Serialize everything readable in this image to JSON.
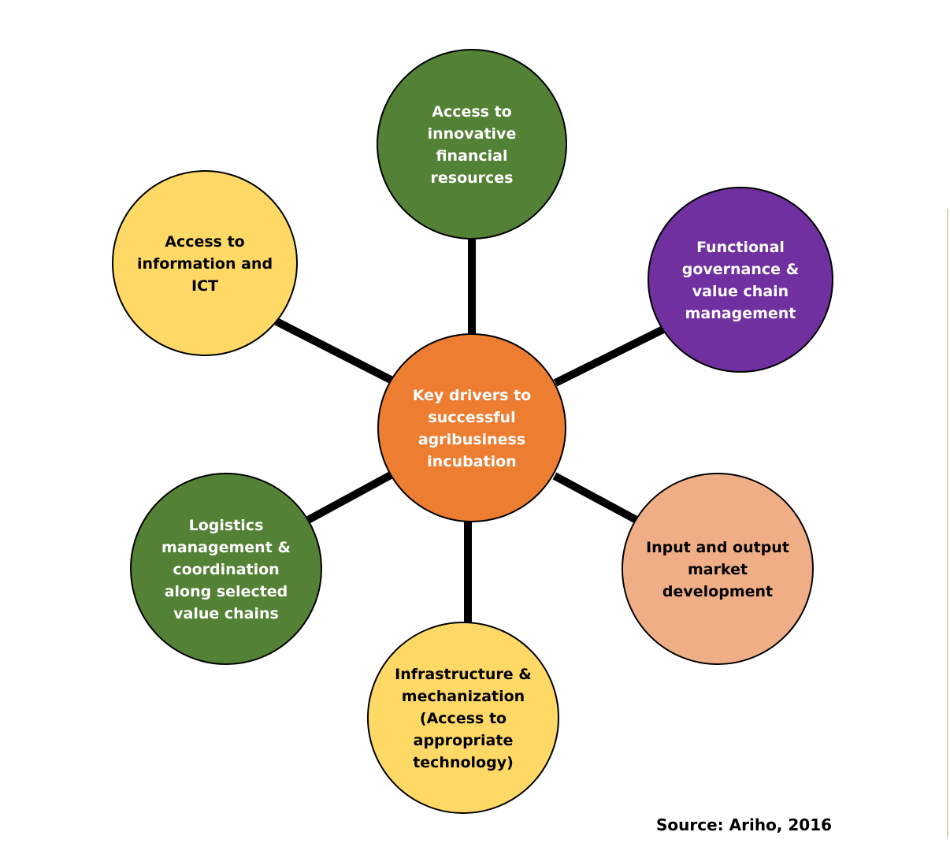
{
  "center": {
    "lines": [
      "Key drivers to",
      "successful",
      "agribusiness",
      "incubation"
    ],
    "fill": "#ED7D31",
    "text_color": "#ffffff"
  },
  "nodes": [
    {
      "id": "top",
      "lines": [
        "Access to",
        "innovative",
        "financial",
        "resources"
      ],
      "fill": "#538135",
      "text_color": "#ffffff"
    },
    {
      "id": "upper-right",
      "lines": [
        "Functional",
        "governance &",
        "value chain",
        "management"
      ],
      "fill": "#7030A0",
      "text_color": "#ffffff"
    },
    {
      "id": "lower-right",
      "lines": [
        "Input and output",
        "market",
        "development"
      ],
      "fill": "#F0AE86",
      "text_color": "#000000"
    },
    {
      "id": "bottom",
      "lines": [
        "Infrastructure &",
        "mechanization",
        "(Access to",
        "appropriate",
        "technology)"
      ],
      "fill": "#FFD966",
      "text_color": "#000000"
    },
    {
      "id": "lower-left",
      "lines": [
        "Logistics",
        "management &",
        "coordination",
        "along selected",
        "value chains"
      ],
      "fill": "#538135",
      "text_color": "#ffffff"
    },
    {
      "id": "upper-left",
      "lines": [
        "Access to",
        "information and",
        "ICT"
      ],
      "fill": "#FFD966",
      "text_color": "#000000"
    }
  ],
  "source": "Source: Ariho, 2016"
}
